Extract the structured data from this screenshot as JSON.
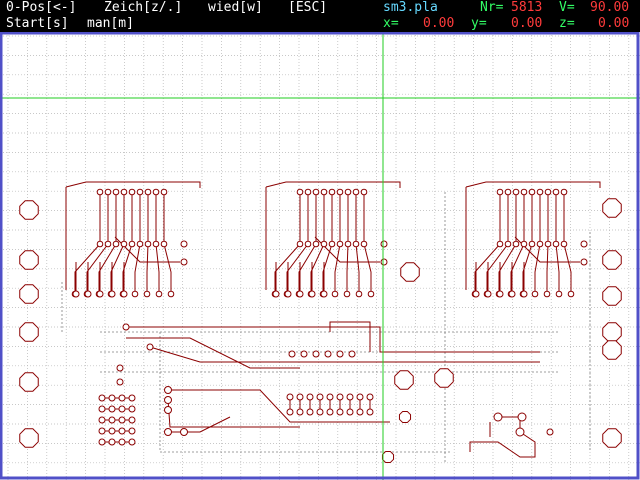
{
  "menu": {
    "zero_pos": "0-Pos[<-]",
    "draw": "Zeich[z/.]",
    "repeat": "wied[w]",
    "escape": "[ESC]",
    "start": "Start[s]",
    "manual": "man[m]"
  },
  "file": {
    "name": "sm3.pla"
  },
  "readouts": {
    "nr_label": "Nr=",
    "nr_value": "5813",
    "v_label": "V=",
    "v_value": "90.00",
    "x_label": "x=",
    "x_value": "0.00",
    "y_label": "y=",
    "y_value": "0.00",
    "z_label": "z=",
    "z_value": "0.00"
  },
  "colors": {
    "background": "#000000",
    "workarea": "#ffffff",
    "grid": "#b5b5b5",
    "frame": "#5050c8",
    "crosshair": "#22cc22",
    "traces": "#8b0000",
    "drills": "#808080"
  }
}
